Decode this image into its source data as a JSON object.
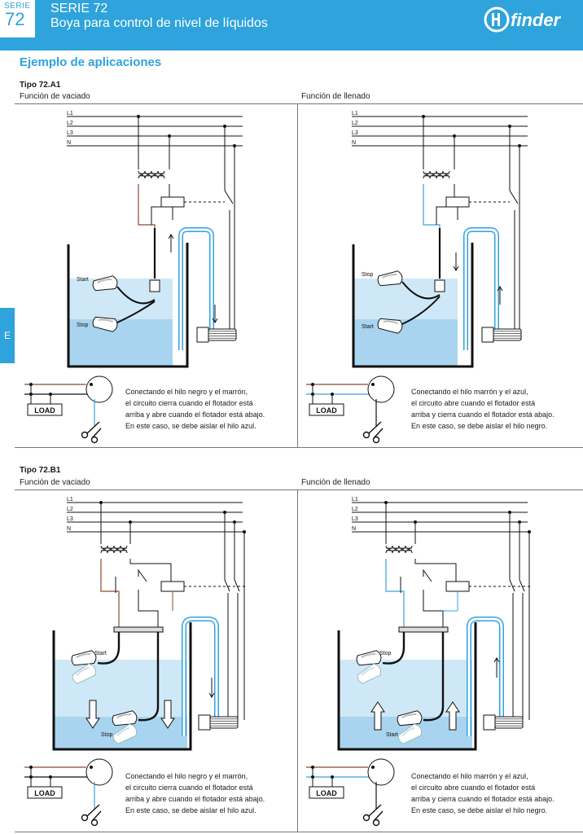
{
  "header": {
    "serie_small": "SERIE",
    "serie_number": "72",
    "title": "SERIE 72",
    "subtitle": "Boya para control de nivel de líquidos",
    "brand": "finder"
  },
  "section_title": "Ejemplo de aplicaciones",
  "side_tab": "E",
  "labels": {
    "l1": "L1",
    "l2": "L2",
    "l3": "L3",
    "n": "N",
    "start": "Start",
    "stop": "Stop",
    "load": "LOAD"
  },
  "sections": [
    {
      "tipo": "Tipo 72.A1",
      "left_function": "Función de vaciado",
      "right_function": "Función de llenado",
      "left_desc": [
        "Conectando el hilo negro y el marrón,",
        "el circuito cierra cuando el flotador está",
        "arriba y abre cuando el flotador está abajo.",
        "En este caso, se debe aislar el hilo azul."
      ],
      "right_desc": [
        "Conectando el hilo marrón y el azul,",
        "el circuito abre cuando el flotador está",
        "arriba y cierra cuando el flotador está abajo.",
        "En este caso, se debe aislar el hilo negro."
      ]
    },
    {
      "tipo": "Tipo 72.B1",
      "left_function": "Función de vaciado",
      "right_function": "Función de llenado",
      "left_desc": [
        "Conectando el hilo negro y el marrón,",
        "el circuito cierra cuando el flotador está",
        "arriba y abre cuando el flotador está abajo.",
        "En este caso, se debe aislar el hilo azul."
      ],
      "right_desc": [
        "Conectando el hilo marrón y el azul,",
        "el circuito abre cuando el flotador está",
        "arriba y cierra cuando el flotador está abajo.",
        "En este caso, se debe aislar el hilo negro."
      ]
    }
  ],
  "colors": {
    "accent": "#2ea3dc",
    "water": "#cfe8f7",
    "water_low": "#a9d4ef",
    "brown_wire": "#8a4a2e",
    "blue_wire": "#3aa0e0"
  }
}
